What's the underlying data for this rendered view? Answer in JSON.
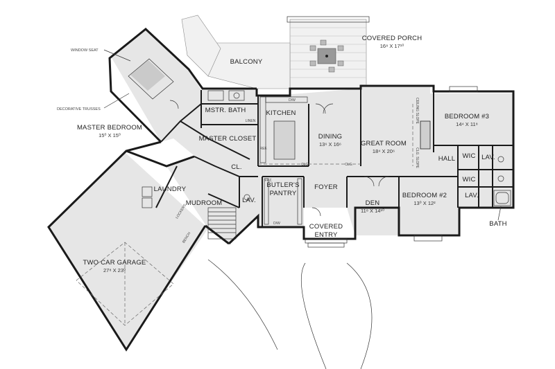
{
  "rooms": {
    "covered_porch": {
      "name": "COVERED PORCH",
      "dims": "16⁸ X 17¹⁰"
    },
    "balcony": {
      "name": "BALCONY"
    },
    "master_bedroom": {
      "name": "MASTER BEDROOM",
      "dims": "15⁰ X 15⁰"
    },
    "mstr_bath": {
      "name": "MSTR. BATH"
    },
    "master_closet": {
      "name": "MASTER CLOSET"
    },
    "kitchen": {
      "name": "KITCHEN"
    },
    "dining": {
      "name": "DINING",
      "dims": "13⁶ X 16⁶"
    },
    "great_room": {
      "name": "GREAT ROOM",
      "dims": "18⁴ X 20⁶"
    },
    "bedroom3": {
      "name": "BEDROOM #3",
      "dims": "14⁴ X 11⁸"
    },
    "hall": {
      "name": "HALL"
    },
    "wic1": {
      "name": "WIC"
    },
    "wic2": {
      "name": "WIC"
    },
    "lav1": {
      "name": "LAV."
    },
    "lav2": {
      "name": "LAV."
    },
    "lav3": {
      "name": "LAV."
    },
    "bedroom2": {
      "name": "BEDROOM #2",
      "dims": "13⁰ X 12²"
    },
    "bath": {
      "name": "BATH"
    },
    "den": {
      "name": "DEN",
      "dims": "11⁸ X 14¹⁰"
    },
    "foyer": {
      "name": "FOYER"
    },
    "covered_entry": {
      "name_line1": "COVERED",
      "name_line2": "ENTRY"
    },
    "butlers_pantry": {
      "name_line1": "BUTLER'S",
      "name_line2": "PANTRY"
    },
    "closet": {
      "name": "CL."
    },
    "laundry": {
      "name": "LAUNDRY"
    },
    "mudroom": {
      "name": "MUDROOM"
    },
    "garage": {
      "name": "TWO CAR GARAGE",
      "dims": "27⁸ X 23⁰"
    }
  },
  "annotations": {
    "window_seat": "WINDOW SEAT",
    "decorative_trusses": "DECORATIVE TRUSSES",
    "linen": "LINEN",
    "dw_top": "D/W",
    "dw_bottom": "D/W",
    "ref": "REF.",
    "frz": "FRZ.",
    "ceiling_slope": "CEILING SLOPE",
    "clg_slope": "CLG. SLOPE",
    "clg_left": "CLG.",
    "clg_right": "CLG.",
    "lockers": "LOCKERS",
    "bench": "BENCH"
  }
}
